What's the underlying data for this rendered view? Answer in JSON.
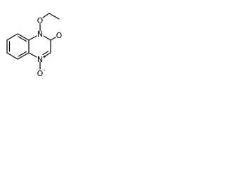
{
  "molecule": {
    "atoms": {
      "ring_nitrogen_top": "N",
      "ether_oxygen": "O",
      "carbonyl_oxygen": "O",
      "ring_nitrogen_bottom": "N",
      "n_oxide_oxygen": "O"
    },
    "charges": {
      "nitrogen_bottom": "+",
      "oxide_oxygen": "-"
    }
  }
}
